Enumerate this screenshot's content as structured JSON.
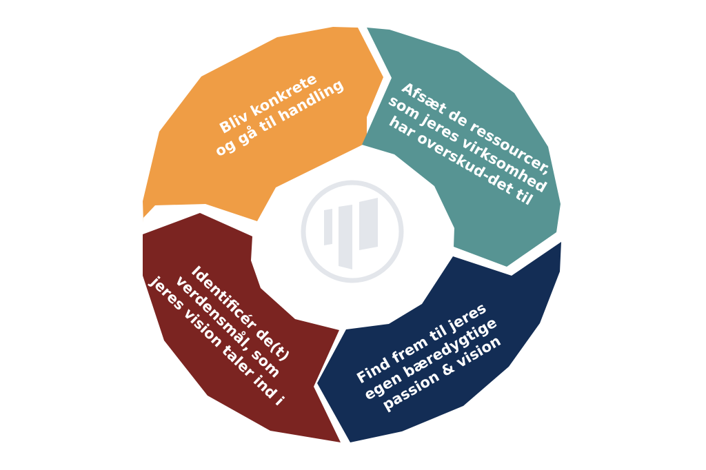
{
  "diagram": {
    "segments": [
      {
        "id": "orange",
        "color": "#EF9D45",
        "lines": [
          "Bliv konkrete",
          "og gå til handling"
        ]
      },
      {
        "id": "teal",
        "color": "#579493",
        "lines": [
          "Afsæt de ressourcer,",
          "som jeres  virksomhed",
          "har overskud-det til"
        ]
      },
      {
        "id": "navy",
        "color": "#132D55",
        "lines": [
          "Find frem til jeres",
          "egen bæredygtige",
          "passion & vision"
        ]
      },
      {
        "id": "red",
        "color": "#7B2421",
        "lines": [
          "Identificér de(t)",
          "verdensmål, som",
          "jeres vision taler ind i"
        ]
      }
    ],
    "center_logo": {
      "icon": "bars-logo-icon",
      "ring_color": "#E3E6EB",
      "bar_color": "#E3E6EB"
    }
  }
}
